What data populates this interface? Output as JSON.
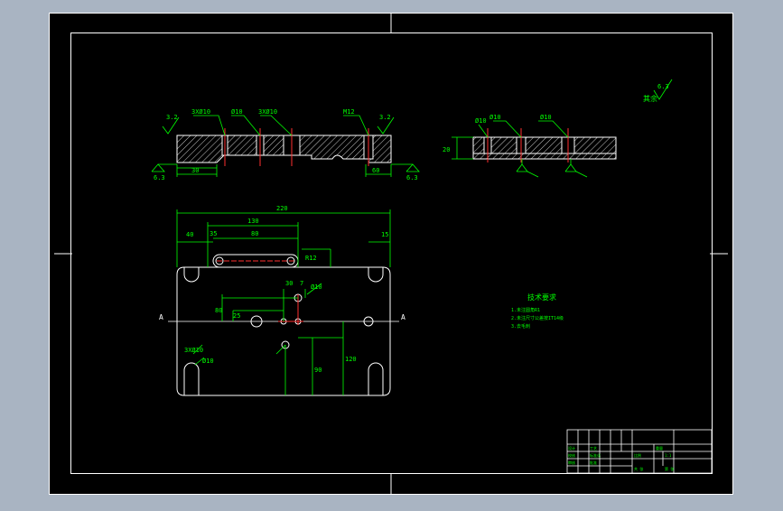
{
  "colors": {
    "viewport_bg": "#a9b4c2",
    "sheet": "#000000",
    "frame": "#ffffff",
    "geometry": "#ffffff",
    "dimension": "#00ff00",
    "center": "#ff3030",
    "hatch": "#cccccc"
  },
  "section_view": {
    "dims": {
      "pocket": "30",
      "pocket_right": "60",
      "hole1": "3XØ10",
      "hole2": "Ø10",
      "hole3": "3XØ10",
      "thread": "M12",
      "roughness_left": "3.2",
      "roughness_right": "3.2",
      "ref_left": "6.3",
      "ref_right": "6.3"
    }
  },
  "side_view": {
    "dims": {
      "a": "Ø10",
      "b": "Ø10",
      "c": "Ø10",
      "thk": "20"
    }
  },
  "plan_view": {
    "dims": {
      "overall": "220",
      "d150": "130",
      "d80": "80",
      "d35": "35",
      "d40": "40",
      "d15": "15",
      "d30": "30",
      "d7": "7",
      "d25": "25",
      "d80v": "80",
      "d90": "90",
      "d120": "120",
      "r_slot": "R12",
      "hole_a": "3XØ10",
      "hole_b": "Ø10",
      "hole_c": "Ø10"
    },
    "section_marks": {
      "left": "A",
      "right": "A"
    }
  },
  "corner_note": {
    "roughness": "6.3",
    "label": "其余"
  },
  "tech_req": {
    "title": "技术要求",
    "lines": [
      "1.未注圆角R1",
      "2.未注尺寸公差按IT14级",
      "3.去毛刺"
    ]
  },
  "title_block": {
    "c1": "设计",
    "c2": "校核",
    "c3": "审核",
    "c4": "工艺",
    "c5": "标准化",
    "c6": "批准",
    "c7": "比例",
    "c8": "1:1",
    "c9": "重量",
    "c10": "共 张",
    "c11": "第 张"
  }
}
